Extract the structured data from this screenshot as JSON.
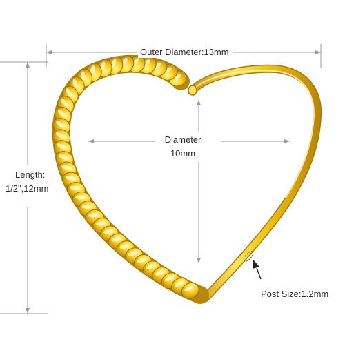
{
  "annotations": {
    "outer_diameter": "Outer Diameter:13mm",
    "diameter_label": "Diameter",
    "diameter_value": "10mm",
    "length_label": "Length:",
    "length_value": "1/2\",12mm",
    "post_size": "Post Size:1.2mm"
  },
  "colors": {
    "gold_light": "#FFF0A0",
    "gold_main": "#F2C40A",
    "gold_dark": "#B8860B",
    "dimension_line": "#9a9a9a",
    "text": "#2b2b2b"
  }
}
